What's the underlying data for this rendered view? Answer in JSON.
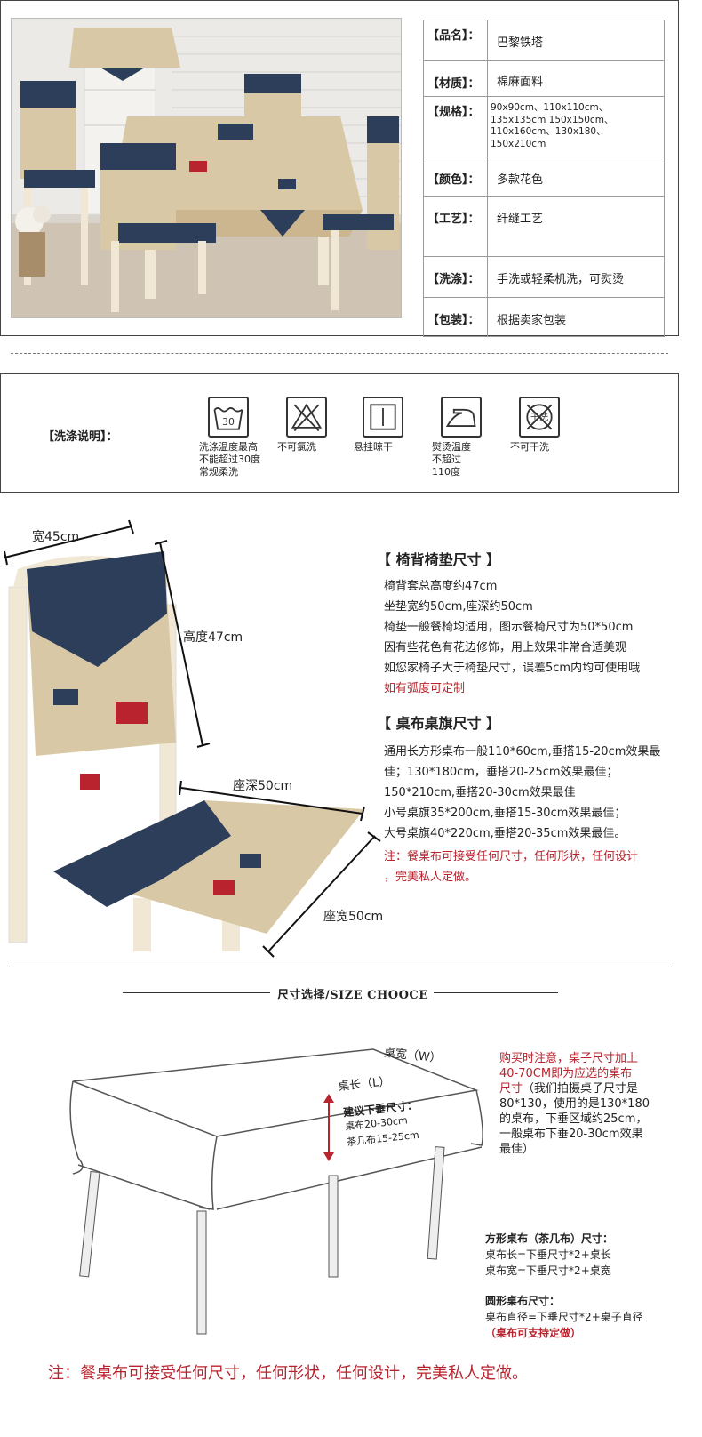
{
  "specs": [
    {
      "key": "【品名】：",
      "value": "巴黎铁塔"
    },
    {
      "key": "【材质】：",
      "value": "棉麻面料"
    },
    {
      "key": "【规格】：",
      "value": "90x90cm、110x110cm、135x135cm 150x150cm、110x160cm、130x180、150x210cm"
    },
    {
      "key": "【颜色】：",
      "value": "多款花色"
    },
    {
      "key": "【工艺】：",
      "value": "纤缝工艺"
    },
    {
      "key": "【洗涤】：",
      "value": "手洗或轻柔机洗，可熨烫"
    },
    {
      "key": "【包装】：",
      "value": "根据卖家包装"
    }
  ],
  "washing": {
    "title": "【洗涤说明】：",
    "items": [
      {
        "icon": "wash-30-icon",
        "text": "洗涤温度最高\n不能超过30度\n常规柔洗",
        "symbol": "30"
      },
      {
        "icon": "no-bleach-icon",
        "text": "不可氯洗"
      },
      {
        "icon": "hang-dry-icon",
        "text": "悬挂晾干"
      },
      {
        "icon": "iron-icon",
        "text": "熨烫温度\n不超过\n110度"
      },
      {
        "icon": "no-dry-clean-icon",
        "text": "不可干洗",
        "symbol": "干洗"
      }
    ]
  },
  "chair": {
    "width_label": "宽45cm",
    "height_label": "高度47cm",
    "depth_label": "座深50cm",
    "seat_width_label": "座宽50cm",
    "section1_title": "【 椅背椅垫尺寸 】",
    "section1_lines": [
      "椅背套总高度约47cm",
      "坐垫宽约50cm,座深约50cm",
      "椅垫一般餐椅均适用，图示餐椅尺寸为50*50cm",
      "因有些花色有花边修饰，用上效果非常合适美观",
      "如您家椅子大于椅垫尺寸，误差5cm内均可使用哦"
    ],
    "section1_red": "如有弧度可定制",
    "section2_title": "【 桌布桌旗尺寸 】",
    "section2_lines": [
      "通用长方形桌布一般110*60cm,垂搭15-20cm效果最",
      "佳；130*180cm，垂搭20-25cm效果最佳；",
      "150*210cm,垂搭20-30cm效果最佳",
      "小号桌旗35*200cm,垂搭15-30cm效果最佳；",
      "大号桌旗40*220cm,垂搭20-35cm效果最佳。"
    ],
    "section2_red": [
      "注：餐桌布可接受任何尺寸，任何形状，任何设计",
      "，完美私人定做。"
    ]
  },
  "size": {
    "title": "尺寸选择/SIZE CHOOCE",
    "table_width": "桌宽（W）",
    "table_length": "桌长（L）",
    "drop_title": "建议下垂尺寸：",
    "drop_line1": "桌布20-30cm",
    "drop_line2": "茶几布15-25cm",
    "note_red": [
      "购买时注意，桌子尺寸加上",
      "40-70CM即为应选的桌布",
      "尺寸"
    ],
    "note_black_inline": "（我们拍摄桌子尺寸是",
    "note_black": [
      "80*130，使用的是130*180",
      "的桌布，下垂区域约25cm，",
      "一般桌布下垂20-30cm效果",
      "最佳）"
    ],
    "square_title": "方形桌布（茶几布）尺寸：",
    "square_lines": [
      "桌布长=下垂尺寸*2+桌长",
      "桌布宽=下垂尺寸*2+桌宽"
    ],
    "round_title": "圆形桌布尺寸：",
    "round_line": "桌布直径=下垂尺寸*2+桌子直径",
    "round_red": "（桌布可支持定做）"
  },
  "bottom_note": "注：餐桌布可接受任何尺寸，任何形状，任何设计，完美私人定做。",
  "colors": {
    "navy": "#2d3e5a",
    "beige": "#d9c8a6",
    "red": "#b8232d",
    "wood": "#f0e8d4"
  }
}
